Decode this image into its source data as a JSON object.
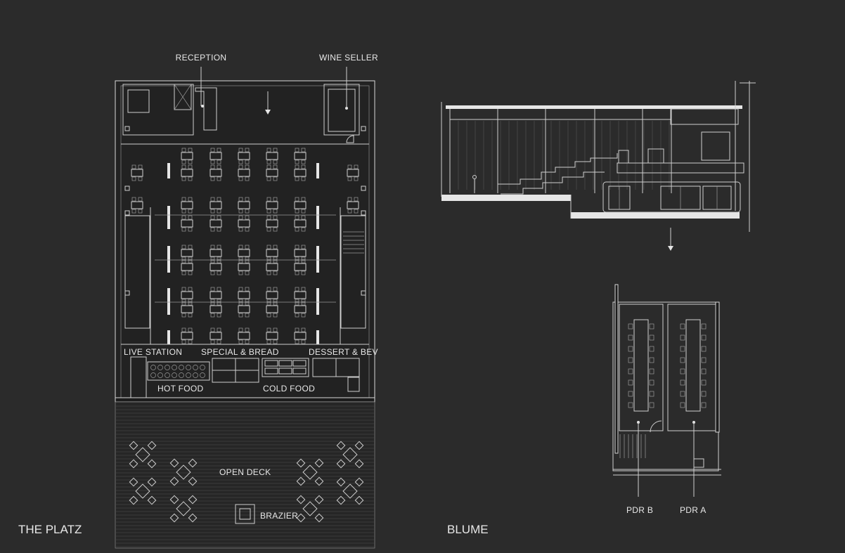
{
  "titles": {
    "left": "THE PLATZ",
    "right": "BLUME"
  },
  "platz_labels": {
    "reception": "RECEPTION",
    "wine_seller": "WINE SELLER",
    "live_station": "LIVE STATION",
    "special_bread": "SPECIAL & BREAD",
    "dessert_bev": "DESSERT & BEV",
    "hot_food": "HOT FOOD",
    "cold_food": "COLD FOOD",
    "open_deck": "OPEN DECK",
    "brazier": "BRAZIER"
  },
  "blume_labels": {
    "pdr_b": "PDR B",
    "pdr_a": "PDR A"
  },
  "colors": {
    "background": "#2b2b2b",
    "line": "#d8d8d8"
  }
}
